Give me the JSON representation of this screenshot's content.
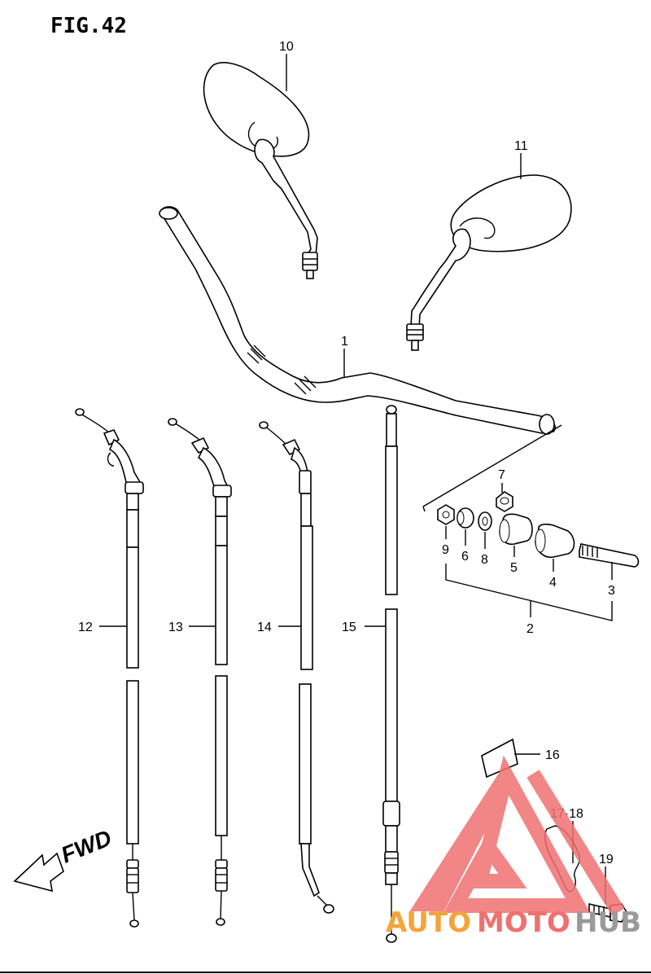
{
  "figure": {
    "title": "FIG.42"
  },
  "labels": {
    "p1": "1",
    "p2": "2",
    "p3": "3",
    "p4": "4",
    "p5": "5",
    "p6": "6",
    "p7": "7",
    "p8": "8",
    "p9": "9",
    "p10": "10",
    "p11": "11",
    "p12": "12",
    "p13": "13",
    "p14": "14",
    "p15": "15",
    "p16": "16",
    "p1718": "17·18",
    "p19": "19"
  },
  "direction": {
    "text": "FWD"
  },
  "watermark": {
    "part1": "AUTO",
    "part2": "MOTO",
    "part3": "HUB",
    "color_primary": "#f07070",
    "color_secondary": "#f4a43a",
    "color_tertiary": "#9a9a9a"
  }
}
